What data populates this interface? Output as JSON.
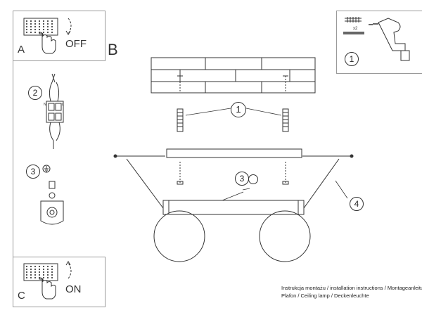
{
  "panel_a": {
    "letter": "A",
    "action": "OFF"
  },
  "panel_c": {
    "letter": "C",
    "action": "ON"
  },
  "main": {
    "letter": "B"
  },
  "tools": {
    "quantity": "x2"
  },
  "steps": {
    "s1": "1",
    "s2": "2",
    "s3": "3",
    "s4": "4"
  },
  "wire_labels": {
    "neutral": "N",
    "live": "L"
  },
  "footer": {
    "line1": "Instrukcja montażu / installation instructions / Montageanleitung",
    "line2": "Plafon / Ceiling lamp / Deckenleuchte"
  }
}
